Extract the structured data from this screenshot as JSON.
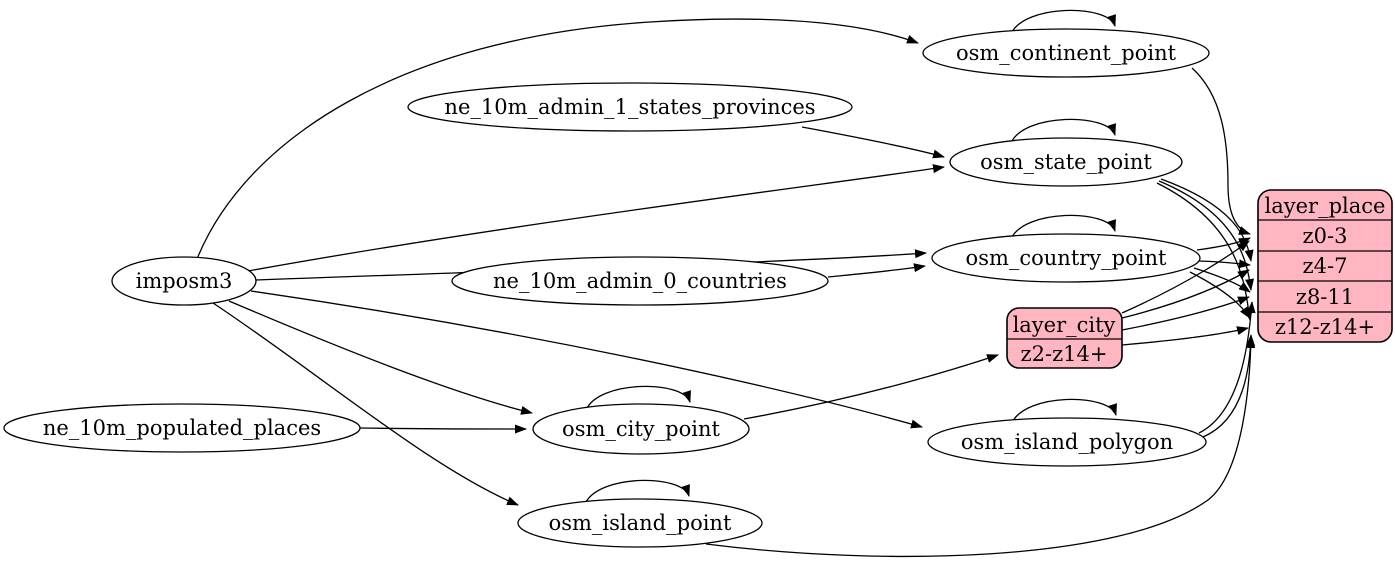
{
  "diagram": {
    "kind": "etl-graph",
    "colors": {
      "background": "#ffffff",
      "table_fill": "#ffffff",
      "layer_fill": "#ffb6c1",
      "stroke": "#000000"
    },
    "nodes": {
      "imposm3": {
        "label": "imposm3",
        "type": "source"
      },
      "ne_10m_admin_1_states_provinces": {
        "label": "ne_10m_admin_1_states_provinces",
        "type": "source"
      },
      "ne_10m_admin_0_countries": {
        "label": "ne_10m_admin_0_countries",
        "type": "source"
      },
      "ne_10m_populated_places": {
        "label": "ne_10m_populated_places",
        "type": "source"
      },
      "osm_continent_point": {
        "label": "osm_continent_point",
        "type": "table"
      },
      "osm_state_point": {
        "label": "osm_state_point",
        "type": "table"
      },
      "osm_country_point": {
        "label": "osm_country_point",
        "type": "table"
      },
      "osm_city_point": {
        "label": "osm_city_point",
        "type": "table"
      },
      "osm_island_polygon": {
        "label": "osm_island_polygon",
        "type": "table"
      },
      "osm_island_point": {
        "label": "osm_island_point",
        "type": "table"
      },
      "layer_city": {
        "label": "layer_city",
        "type": "layer",
        "rows": [
          "z2-z14+"
        ]
      },
      "layer_place": {
        "label": "layer_place",
        "type": "layer",
        "rows": [
          "z0-3",
          "z4-7",
          "z8-11",
          "z12-z14+"
        ]
      }
    },
    "edges": [
      {
        "from": "imposm3",
        "to": "osm_continent_point"
      },
      {
        "from": "imposm3",
        "to": "osm_state_point"
      },
      {
        "from": "imposm3",
        "to": "osm_country_point"
      },
      {
        "from": "imposm3",
        "to": "osm_city_point"
      },
      {
        "from": "imposm3",
        "to": "osm_island_polygon"
      },
      {
        "from": "imposm3",
        "to": "osm_island_point"
      },
      {
        "from": "ne_10m_admin_1_states_provinces",
        "to": "osm_state_point"
      },
      {
        "from": "ne_10m_admin_0_countries",
        "to": "osm_country_point"
      },
      {
        "from": "ne_10m_populated_places",
        "to": "osm_city_point"
      },
      {
        "from": "osm_continent_point",
        "to": "osm_continent_point"
      },
      {
        "from": "osm_state_point",
        "to": "osm_state_point"
      },
      {
        "from": "osm_country_point",
        "to": "osm_country_point"
      },
      {
        "from": "osm_city_point",
        "to": "osm_city_point"
      },
      {
        "from": "osm_island_polygon",
        "to": "osm_island_polygon"
      },
      {
        "from": "osm_island_point",
        "to": "osm_island_point"
      },
      {
        "from": "osm_continent_point",
        "to": "layer_place",
        "to_row": "z0-3"
      },
      {
        "from": "osm_state_point",
        "to": "layer_place",
        "to_row": "z4-7"
      },
      {
        "from": "osm_state_point",
        "to": "layer_place",
        "to_row": "z8-11"
      },
      {
        "from": "osm_state_point",
        "to": "layer_place",
        "to_row": "z12-z14+"
      },
      {
        "from": "osm_country_point",
        "to": "layer_place",
        "to_row": "z0-3"
      },
      {
        "from": "osm_country_point",
        "to": "layer_place",
        "to_row": "z4-7"
      },
      {
        "from": "osm_country_point",
        "to": "layer_place",
        "to_row": "z8-11"
      },
      {
        "from": "osm_country_point",
        "to": "layer_place",
        "to_row": "z12-z14+"
      },
      {
        "from": "osm_island_polygon",
        "to": "layer_place",
        "to_row": "z8-11"
      },
      {
        "from": "osm_island_polygon",
        "to": "layer_place",
        "to_row": "z12-z14+"
      },
      {
        "from": "osm_island_point",
        "to": "layer_place",
        "to_row": "z12-z14+"
      },
      {
        "from": "osm_city_point",
        "to": "layer_city",
        "to_row": "z2-z14+"
      },
      {
        "from": "layer_city",
        "to": "layer_place",
        "to_row": "z0-3"
      },
      {
        "from": "layer_city",
        "to": "layer_place",
        "to_row": "z4-7"
      },
      {
        "from": "layer_city",
        "to": "layer_place",
        "to_row": "z8-11"
      },
      {
        "from": "layer_city",
        "to": "layer_place",
        "to_row": "z12-z14+"
      }
    ]
  }
}
